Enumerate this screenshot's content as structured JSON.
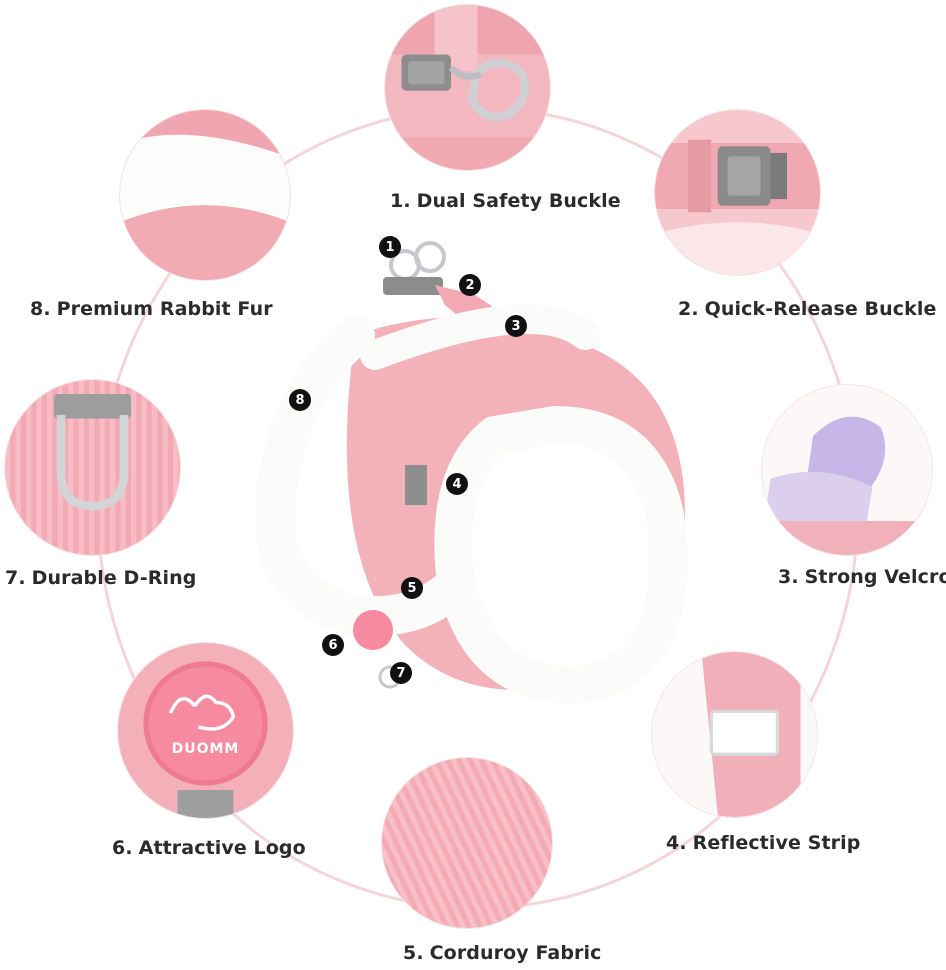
{
  "features": [
    {
      "num": "1.",
      "label": "Dual Safety Buckle"
    },
    {
      "num": "2.",
      "label": "Quick-Release Buckle"
    },
    {
      "num": "3.",
      "label": "Strong Velcro"
    },
    {
      "num": "4.",
      "label": "Reflective Strip"
    },
    {
      "num": "5.",
      "label": "Corduroy Fabric"
    },
    {
      "num": "6.",
      "label": "Attractive Logo"
    },
    {
      "num": "7.",
      "label": "Durable D-Ring"
    },
    {
      "num": "8.",
      "label": "Premium Rabbit Fur"
    }
  ],
  "markers": [
    "1",
    "2",
    "3",
    "4",
    "5",
    "6",
    "7",
    "8"
  ],
  "logo": {
    "text": "DUOMM"
  },
  "colors": {
    "pink": "#f2aab3",
    "pink_dark": "#e28e9a",
    "fur": "#fbfbf9",
    "ring_line": "#f2d3d7",
    "label_text": "#2b2b2b",
    "buckle_grey": "#8a8a8a",
    "velcro_purple": "#c6b4e6"
  }
}
